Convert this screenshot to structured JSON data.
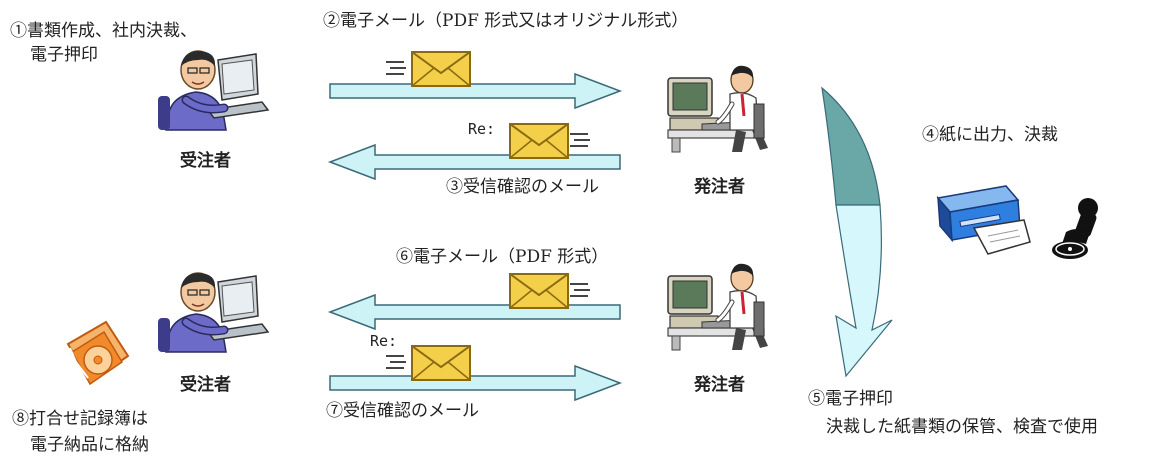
{
  "step1": {
    "line1": "①書類作成、社内決裁、",
    "line2": "電子押印"
  },
  "step2": "②電子メール（PDF 形式又はオリジナル形式）",
  "step3": "③受信確認のメール",
  "step4": "④紙に出力、決裁",
  "step5": {
    "line1": "⑤電子押印",
    "line2": "決裁した紙書類の保管、検査で使用"
  },
  "step6": "⑥電子メール（PDF 形式）",
  "step7": "⑦受信確認のメール",
  "step8": {
    "line1": "⑧打合せ記録簿は",
    "line2": "電子納品に格納"
  },
  "contractor_label": "受注者",
  "client_label": "発注者",
  "reply_label": "Re:",
  "colors": {
    "arrow_fill": "#cdf3f7",
    "arrow_stroke": "#3a6a78",
    "curve_dark": "#6aa7a7",
    "curve_light": "#d6f7fb",
    "envelope": "#f3cf4a",
    "envelope_stroke": "#8a6a10",
    "shirt": "#6c6cc8",
    "disc_orange": "#f08a2a",
    "printer_blue": "#2f7fe0"
  }
}
